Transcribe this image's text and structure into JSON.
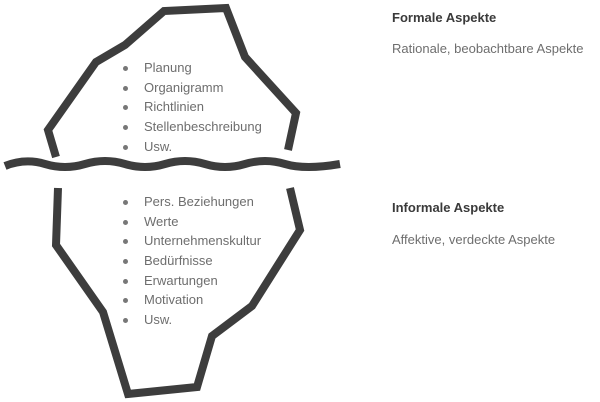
{
  "formal": {
    "title": "Formale Aspekte",
    "description": "Rationale, beobachtbare Aspekte",
    "items": [
      "Planung",
      "Organigramm",
      "Richtlinien",
      "Stellenbeschreibung",
      "Usw."
    ]
  },
  "informal": {
    "title": "Informale Aspekte",
    "description": "Affektive, verdeckte Aspekte",
    "items": [
      "Pers. Beziehungen",
      "Werte",
      "Unternehmenskultur",
      "Bedürfnisse",
      "Erwartungen",
      "Motivation",
      "Usw."
    ]
  },
  "colors": {
    "outline": "#3d3d3d",
    "text": "#6e6e6e",
    "heading": "#3a3a3a"
  }
}
